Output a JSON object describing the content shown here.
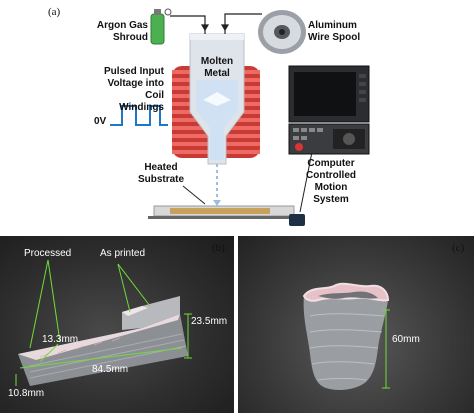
{
  "panel_a": {
    "letter": "(a)",
    "argon": [
      "Argon Gas",
      "Shroud"
    ],
    "molten": [
      "Molten",
      "Metal"
    ],
    "spool": [
      "Aluminum",
      "Wire Spool"
    ],
    "pulsed": [
      "Pulsed Input",
      "Voltage into",
      "Coil Windings"
    ],
    "zero_v": "0V",
    "substrate": [
      "Heated",
      "Substrate"
    ],
    "motion": [
      "Computer",
      "Controlled",
      "Motion System"
    ]
  },
  "panel_b": {
    "letter": "(b)",
    "processed": "Processed",
    "as_printed": "As printed",
    "dim_height": "23.5mm",
    "dim_width": "13.3mm",
    "dim_length": "84.5mm",
    "dim_thick": "10.8mm"
  },
  "panel_c": {
    "letter": "(c)",
    "dim_height": "60mm"
  },
  "colors": {
    "coil": "#d9453f",
    "crucible": "#d6dce3",
    "molten": "#cfe1f3",
    "argon": "#4caf50",
    "screen": "#1d1f22",
    "panel_bg": "#2a2a2a",
    "dim_green": "#6fdc3c"
  }
}
